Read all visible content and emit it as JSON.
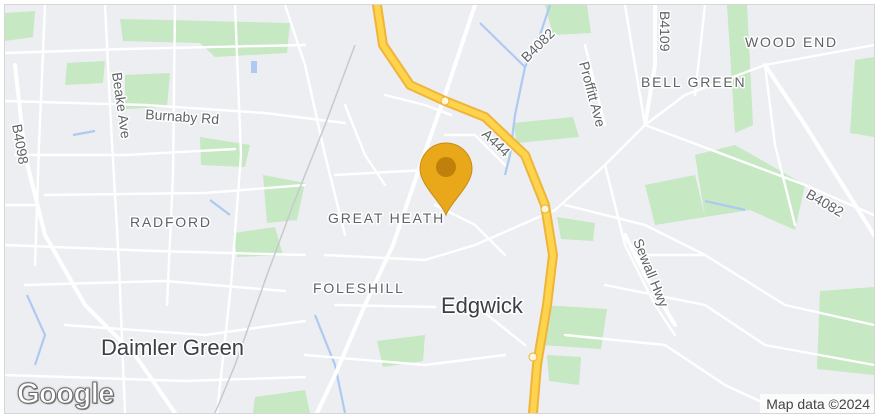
{
  "map": {
    "attribution": "Map data ©2024",
    "logo_text": "Google",
    "marker_color": "#e8a81a",
    "labels": {
      "wood_end": "WOOD END",
      "bell_green": "BELL GREEN",
      "b4082_top": "B4082",
      "b4109": "B4109",
      "proffitt_ave": "Proffitt Ave",
      "beake_ave": "Beake Ave",
      "burnaby_rd": "Burnaby Rd",
      "b4098": "B4098",
      "a444": "A444",
      "b4082_right": "B4082",
      "radford": "RADFORD",
      "great_heath": "GREAT HEATH",
      "sewall_hwy": "Sewall Hwy",
      "foleshill": "FOLESHILL",
      "edgwick": "Edgwick",
      "daimler_green": "Daimler Green"
    },
    "colors": {
      "land": "#eceef2",
      "park": "#c6e8c3",
      "water": "#aec9f2",
      "road_minor": "#ffffff",
      "road_major_fill": "#fdd44b",
      "road_major_casing": "#f0b43a"
    }
  }
}
